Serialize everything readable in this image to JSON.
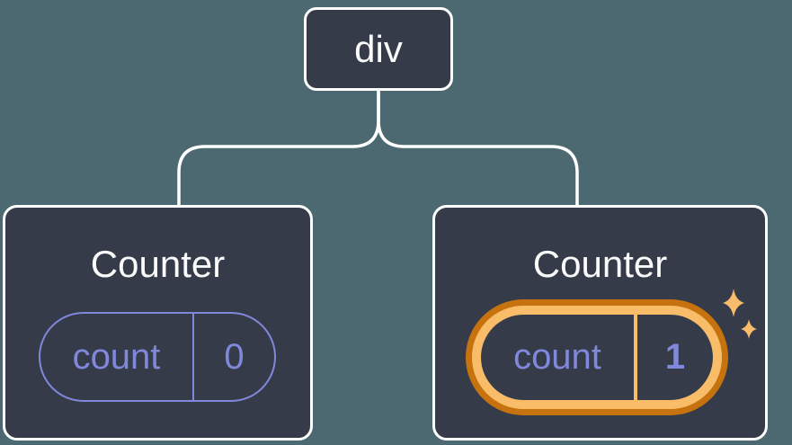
{
  "diagram": {
    "type": "component-tree",
    "root": {
      "label": "div"
    },
    "children": [
      {
        "title": "Counter",
        "state": {
          "key": "count",
          "value": "0"
        },
        "highlighted": false
      },
      {
        "title": "Counter",
        "state": {
          "key": "count",
          "value": "1"
        },
        "highlighted": true
      }
    ]
  },
  "colors": {
    "background": "#4C6972",
    "node_fill": "#353B48",
    "node_border": "#FFFFFF",
    "connector": "#FFFFFF",
    "title_text": "#FAFAFA",
    "state_accent_purple": "#8088DC",
    "highlight_ring_outer": "#C6730F",
    "highlight_ring_inner": "#F9BD69",
    "sparkle": "#F8BD6C"
  },
  "icons": {
    "sparkles": "sparkles-icon"
  }
}
